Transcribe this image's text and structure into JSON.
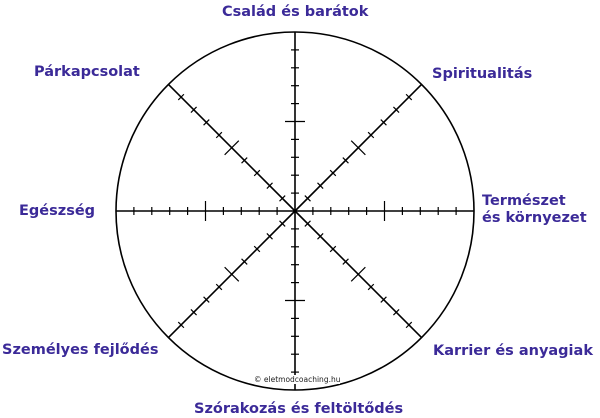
{
  "labels": {
    "top": "Család és barátok",
    "top_right": "Spiritualitás",
    "right_line1": "Természet",
    "right_line2": "és környezet",
    "bottom_right": "Karrier és anyagiak",
    "bottom": "Szórakozás és feltöltődés",
    "bottom_left": "Személyes fejlődés",
    "left": "Egészség",
    "top_left": "Párkapcsolat"
  },
  "scale": {
    "divisions": 10,
    "major_tick_at": 5
  },
  "copyright": "© eletmodcoaching.hu",
  "colors": {
    "label": "#3b2a98",
    "line": "#000000"
  }
}
